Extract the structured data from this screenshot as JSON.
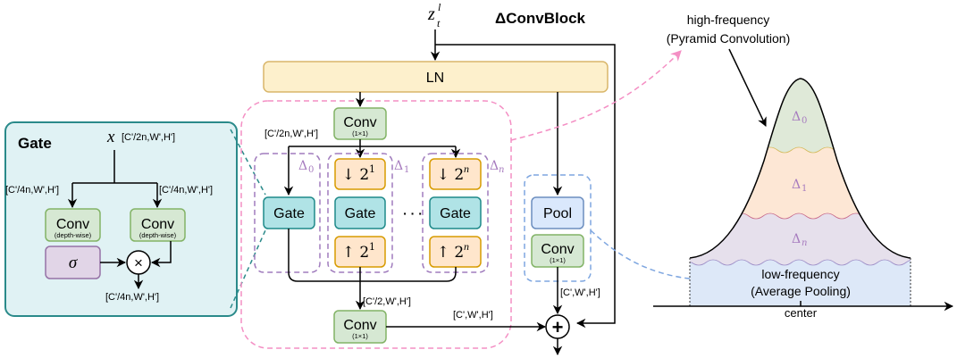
{
  "title": "ΔConvBlock",
  "input_label": {
    "base": "z",
    "sub": "t",
    "sup": "l"
  },
  "ln": {
    "label": "LN"
  },
  "conv_top": {
    "label": "Conv",
    "sub": "(1×1)",
    "dim": "[C'/2n,W',H']"
  },
  "branches": [
    {
      "id": "delta0",
      "delta": "Δ",
      "delta_sub": "0",
      "gate": "Gate"
    },
    {
      "id": "delta1",
      "delta": "Δ",
      "delta_sub": "1",
      "down": "↓ 2",
      "down_sup": "1",
      "gate": "Gate",
      "up": "↑ 2",
      "up_sup": "1"
    },
    {
      "id": "deltan",
      "delta": "Δ",
      "delta_sub": "n",
      "down": "↓ 2",
      "down_sup": "n",
      "gate": "Gate",
      "up": "↑ 2",
      "up_sup": "n"
    }
  ],
  "ellipsis": "· · ·",
  "merge_dim": "[C'/2,W',H']",
  "conv_bottom": {
    "label": "Conv",
    "sub": "(1×1)",
    "out_dim": "[C',W',H']"
  },
  "pool_branch": {
    "pool": "Pool",
    "conv": "Conv",
    "conv_sub": "(1×1)",
    "dim": "[C',W',H']"
  },
  "plus_symbol": "+",
  "gate_detail": {
    "title": "Gate",
    "input_var": "x",
    "input_dim": "[C'/2n,W',H']",
    "left_dim": "[C'/4n,W',H']",
    "right_dim": "[C'/4n,W',H']",
    "conv_left": {
      "label": "Conv",
      "sub": "(depth-wise)"
    },
    "conv_right": {
      "label": "Conv",
      "sub": "(depth-wise)"
    },
    "sigma": "σ",
    "times": "×",
    "output_dim": "[C'/4n,W',H']"
  },
  "spectrum": {
    "high_label_1": "high-frequency",
    "high_label_2": "(Pyramid Convolution)",
    "low_label_1": "low-frequency",
    "low_label_2": "(Average Pooling)",
    "center_label": "center",
    "layers": [
      {
        "delta": "Δ",
        "sub": "0",
        "color": "#dfe9d8"
      },
      {
        "delta": "Δ",
        "sub": "1",
        "color": "#fde7d5"
      },
      {
        "delta": "Δ",
        "sub": "n",
        "color": "#e6e0ec"
      }
    ],
    "base_color": "#dde8f8"
  },
  "colors": {
    "gate_panel_bg": "#e0f2f4",
    "gate_panel_border": "#2a8a8a",
    "ln_fill": "#fdf0cc",
    "ln_border": "#d9b66a",
    "conv_fill": "#d6e8d3",
    "conv_border": "#82b366",
    "gate_fill": "#b0e3e6",
    "gate_border": "#1f8a8a",
    "updown_fill": "#ffe6cc",
    "updown_border": "#d79b00",
    "pool_fill": "#dae8fc",
    "pool_border": "#6c8ebf",
    "sigma_fill": "#e1d5e7",
    "sigma_border": "#9673a6",
    "pink_dash": "#f48fc4",
    "purple_dash": "#a07cbd",
    "blue_dash": "#7ea6e0",
    "teal_dash": "#1f8a8a"
  }
}
